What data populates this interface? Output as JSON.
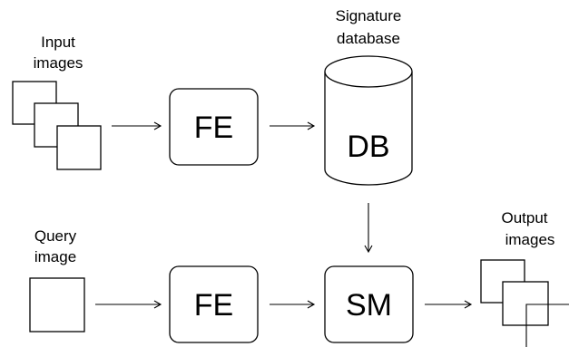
{
  "labels": {
    "input_line1": "Input",
    "input_line2": "images",
    "signature_line1": "Signature",
    "signature_line2": "database",
    "query_line1": "Query",
    "query_line2": "image",
    "output_line1": "Output",
    "output_line2": "images"
  },
  "nodes": {
    "fe_top": "FE",
    "db": "DB",
    "fe_bottom": "FE",
    "sm": "SM"
  }
}
